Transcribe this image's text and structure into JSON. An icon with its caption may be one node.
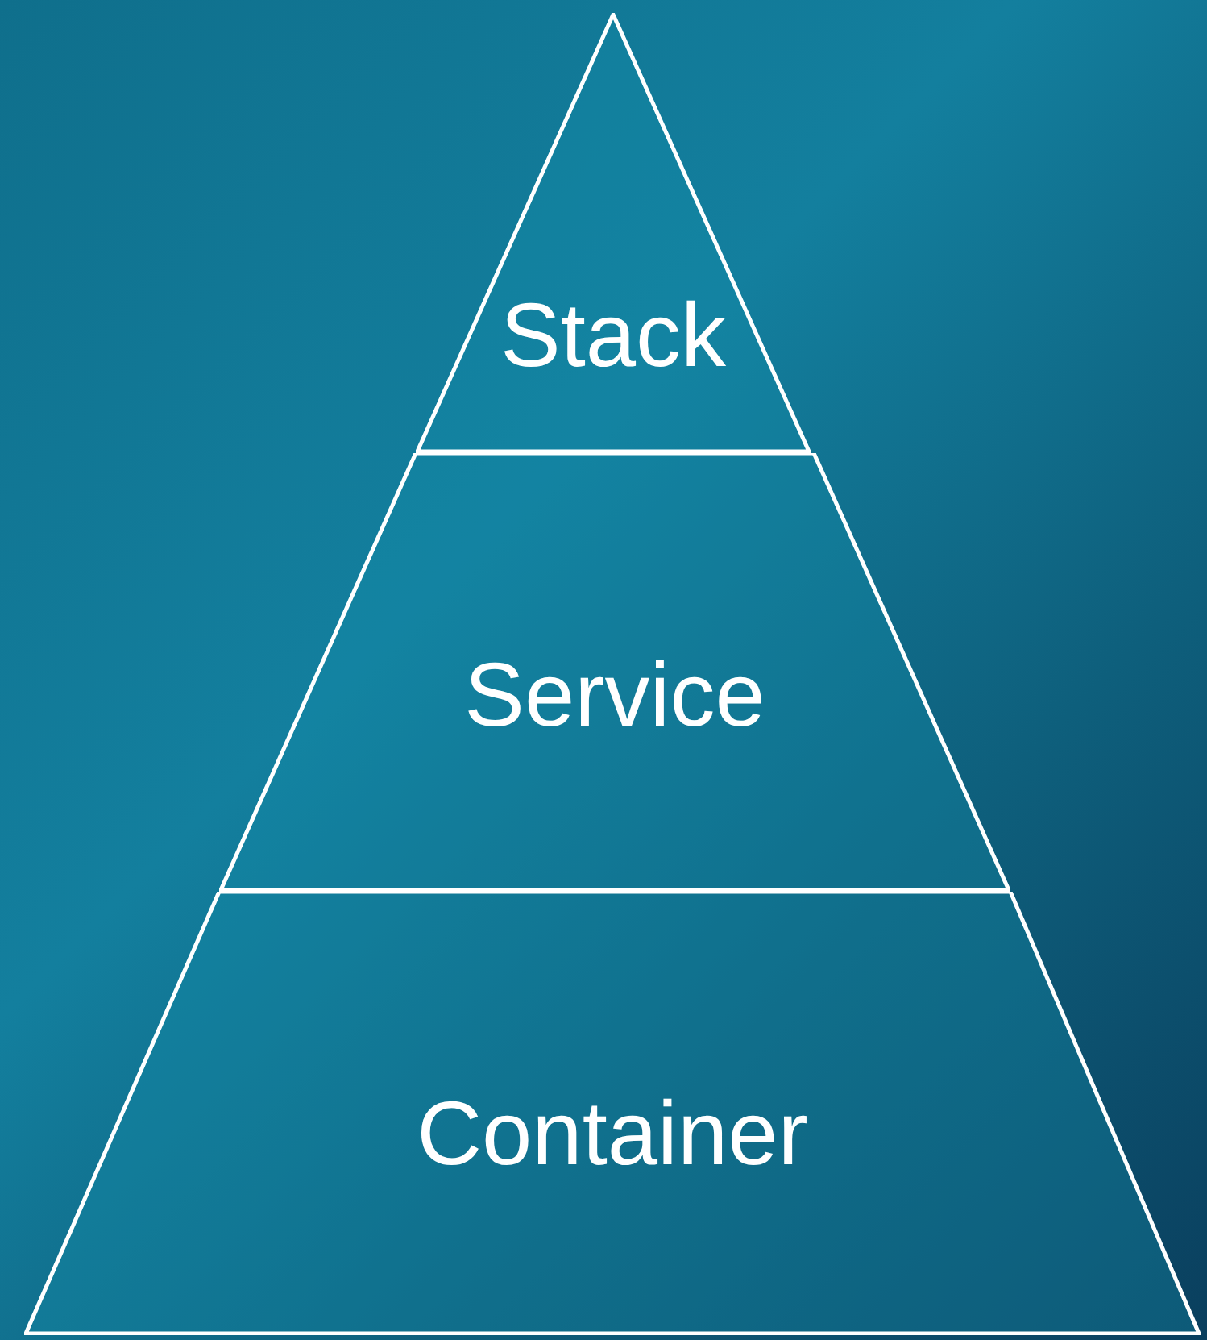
{
  "diagram": {
    "nodes": [
      {
        "text": [
          "Stack"
        ]
      },
      {
        "text": [
          "Service"
        ]
      },
      {
        "text": [
          "Container"
        ]
      }
    ]
  }
}
